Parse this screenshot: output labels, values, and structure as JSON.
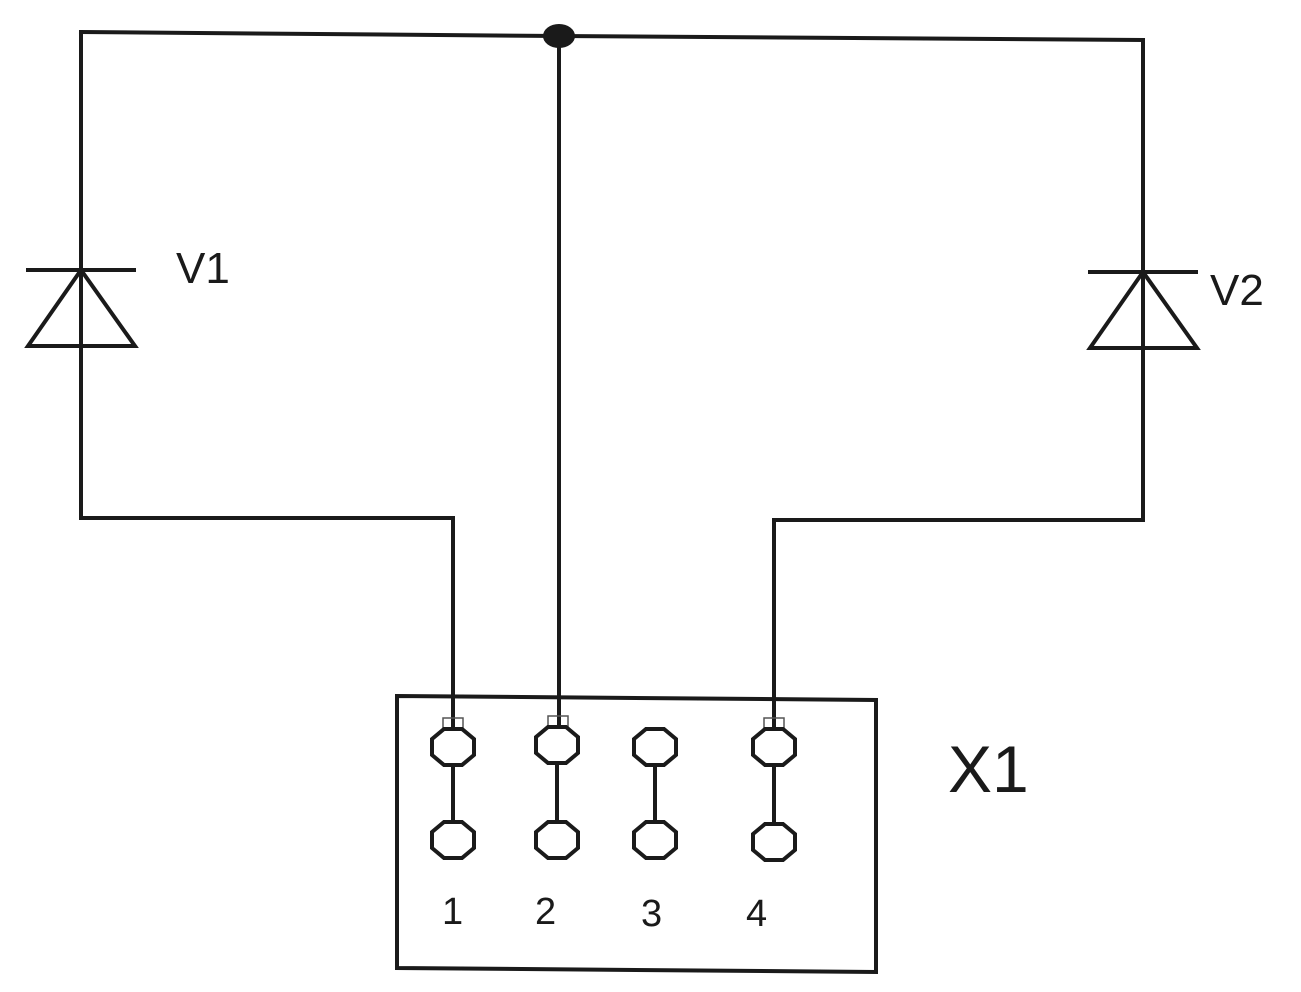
{
  "components": {
    "v1": {
      "label": "V1"
    },
    "v2": {
      "label": "V2"
    },
    "x1": {
      "label": "X1",
      "pins": [
        "1",
        "2",
        "3",
        "4"
      ]
    }
  },
  "colors": {
    "line": "#1a1a1a",
    "background": "#ffffff"
  }
}
